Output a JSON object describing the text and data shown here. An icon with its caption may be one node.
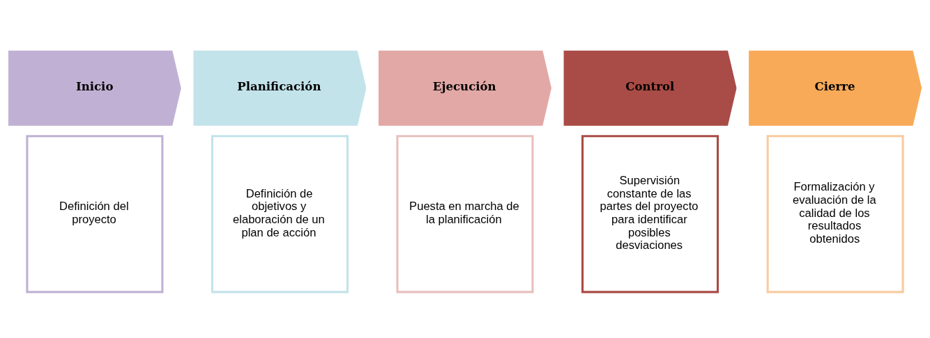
{
  "diagram": {
    "nodes": [
      {
        "text": [
          "Inicio"
        ]
      },
      {
        "text": [
          "Planificación"
        ]
      },
      {
        "text": [
          "Ejecución"
        ]
      },
      {
        "text": [
          "Control"
        ]
      },
      {
        "text": [
          "Cierre"
        ]
      },
      {
        "text": [
          "Definición del proyecto"
        ]
      },
      {
        "text": [
          "Definición de objetivos y elaboración de un plan de acción"
        ]
      },
      {
        "text": [
          "Puesta en marcha de la planificación"
        ]
      },
      {
        "text": [
          "Supervisión constante de las partes del proyecto para identificar posibles desviaciones"
        ]
      },
      {
        "text": [
          "Formalización y evaluación de la calidad de los resultados obtenidos"
        ]
      }
    ]
  }
}
